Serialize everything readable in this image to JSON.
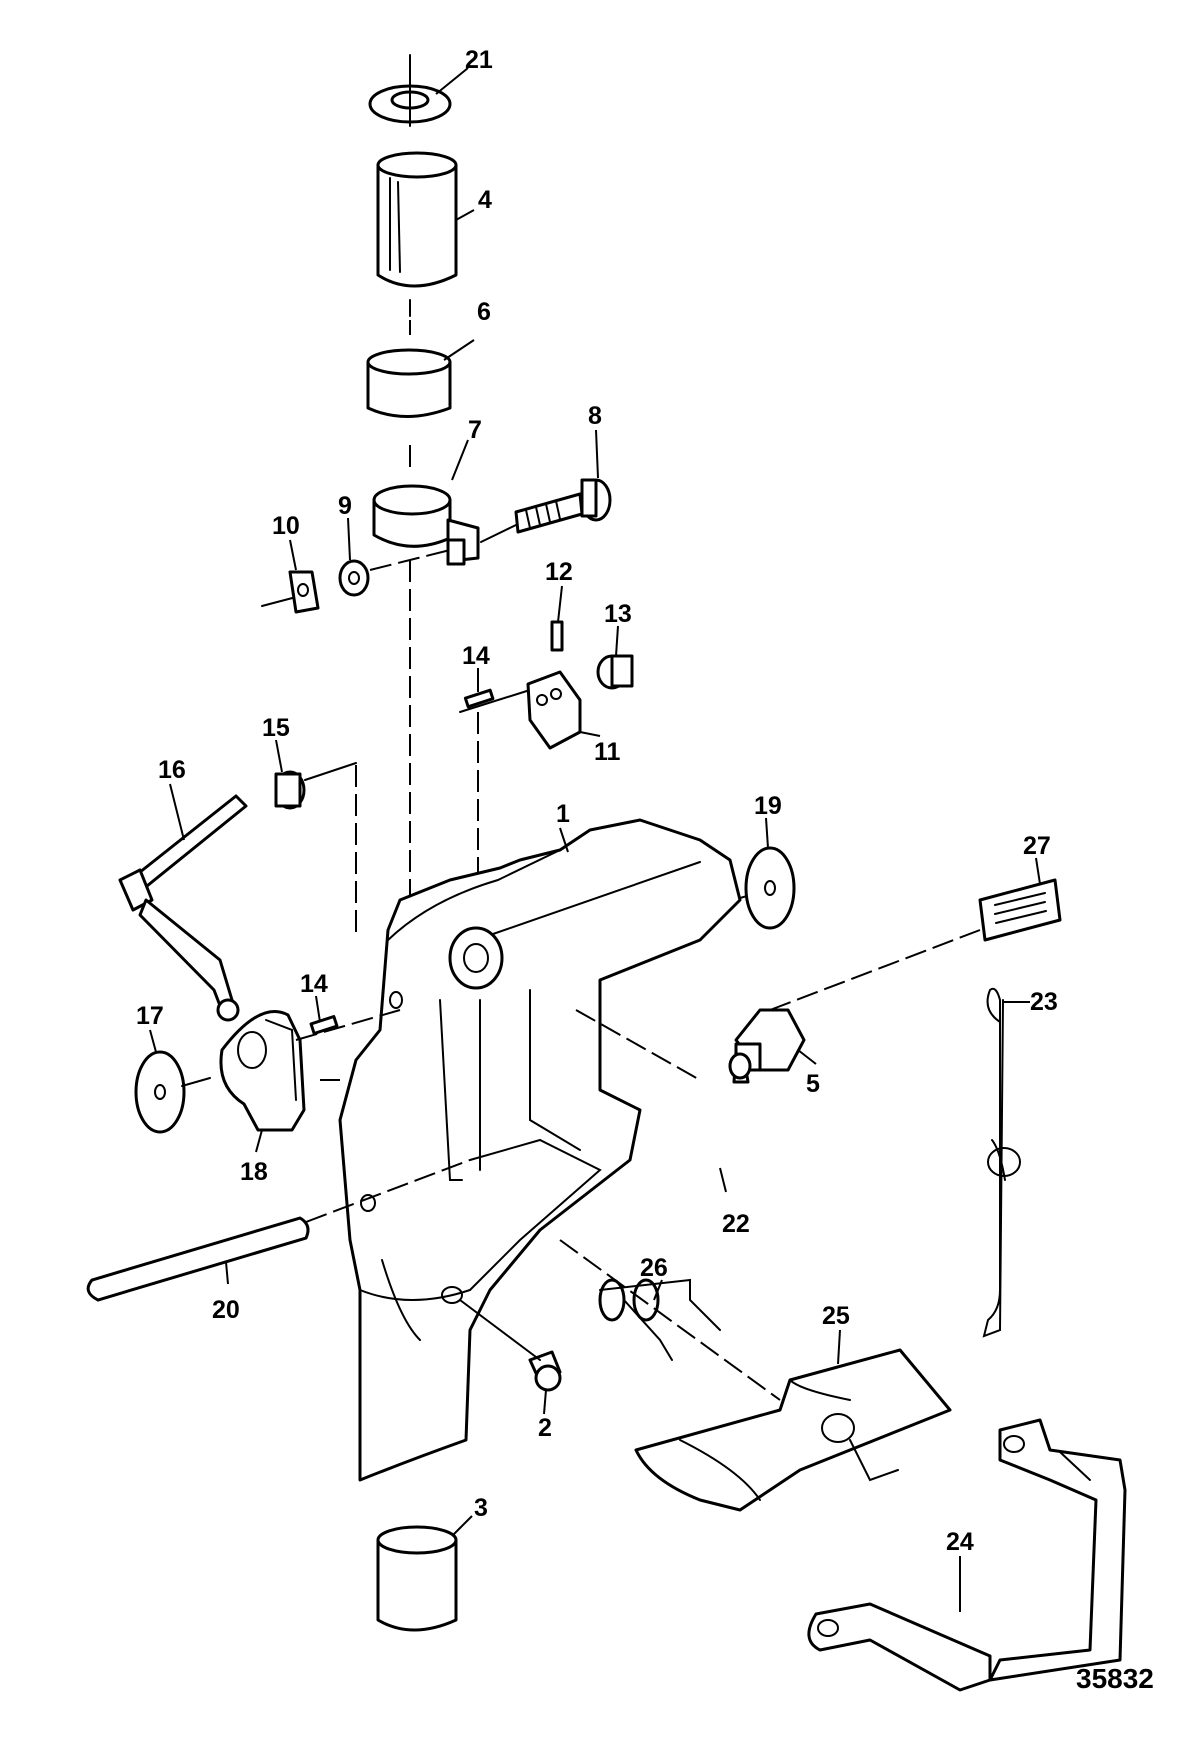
{
  "figure_number": "35832",
  "callouts": [
    {
      "id": "c1",
      "label": "1"
    },
    {
      "id": "c2",
      "label": "2"
    },
    {
      "id": "c3",
      "label": "3"
    },
    {
      "id": "c4",
      "label": "4"
    },
    {
      "id": "c5",
      "label": "5"
    },
    {
      "id": "c6",
      "label": "6"
    },
    {
      "id": "c7",
      "label": "7"
    },
    {
      "id": "c8",
      "label": "8"
    },
    {
      "id": "c9",
      "label": "9"
    },
    {
      "id": "c10",
      "label": "10"
    },
    {
      "id": "c11",
      "label": "11"
    },
    {
      "id": "c12",
      "label": "12"
    },
    {
      "id": "c13",
      "label": "13"
    },
    {
      "id": "c14a",
      "label": "14"
    },
    {
      "id": "c14b",
      "label": "14"
    },
    {
      "id": "c15",
      "label": "15"
    },
    {
      "id": "c16",
      "label": "16"
    },
    {
      "id": "c17",
      "label": "17"
    },
    {
      "id": "c18",
      "label": "18"
    },
    {
      "id": "c19",
      "label": "19"
    },
    {
      "id": "c20",
      "label": "20"
    },
    {
      "id": "c21",
      "label": "21"
    },
    {
      "id": "c22",
      "label": "22"
    },
    {
      "id": "c23",
      "label": "23"
    },
    {
      "id": "c24",
      "label": "24"
    },
    {
      "id": "c25",
      "label": "25"
    },
    {
      "id": "c26",
      "label": "26"
    },
    {
      "id": "c27",
      "label": "27"
    }
  ]
}
